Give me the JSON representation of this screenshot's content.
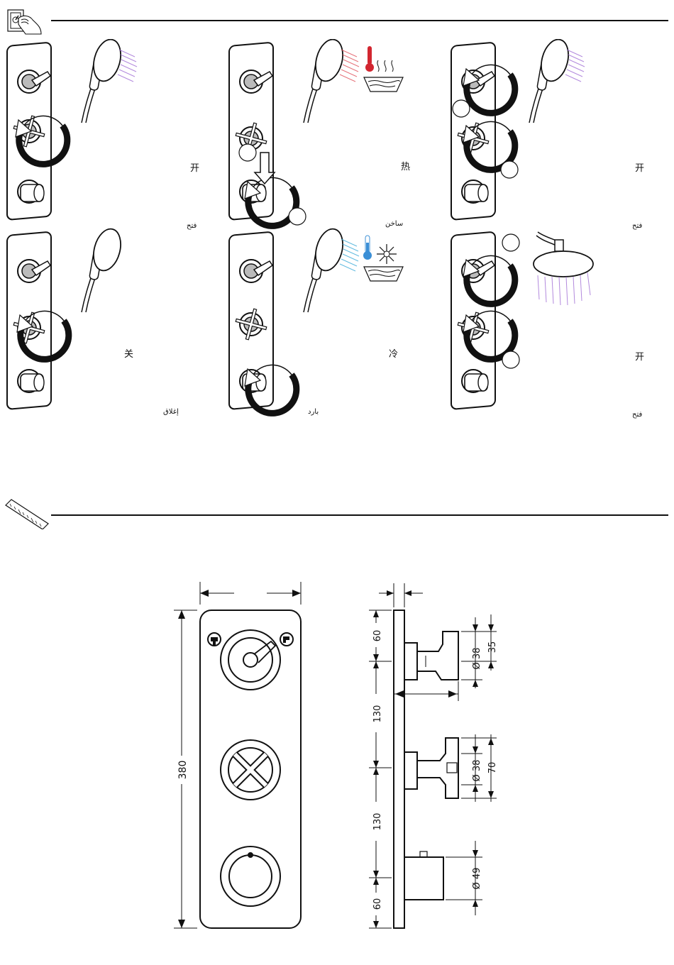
{
  "section_operation": {
    "icon": "hand-operating-valve-icon",
    "panels": [
      {
        "label_cn": "开",
        "label_ar": "فتح",
        "outlet": "hand-shower",
        "spray_color": "#a06cd5",
        "temperature": "none"
      },
      {
        "label_cn": "热",
        "label_ar": "ساخن",
        "outlet": "hand-shower",
        "spray_color": "#e0505a",
        "temperature": "hot"
      },
      {
        "label_cn": "开",
        "label_ar": "فتح",
        "outlet": "hand-shower",
        "spray_color": "#a06cd5",
        "temperature": "none"
      },
      {
        "label_cn": "关",
        "label_ar": "إغلاق",
        "outlet": "hand-shower",
        "spray_color": "none",
        "temperature": "none"
      },
      {
        "label_cn": "冷",
        "label_ar": "بارد",
        "outlet": "hand-shower",
        "spray_color": "#3aaad8",
        "temperature": "cold"
      },
      {
        "label_cn": "开",
        "label_ar": "فتح",
        "outlet": "overhead-shower",
        "spray_color": "#a06cd5",
        "temperature": "none"
      }
    ],
    "temperature_colors": {
      "hot": "#d22630",
      "cold": "#3b8fd6"
    }
  },
  "section_dimensions": {
    "icon": "ruler-icon",
    "front_view": {
      "height_label": "380"
    },
    "side_view": {
      "spacing_labels": [
        "60",
        "130",
        "130",
        "60"
      ],
      "handle_labels": [
        {
          "diameter": "Ø 38",
          "depth": "35"
        },
        {
          "diameter": "Ø 38",
          "depth": "70"
        },
        {
          "diameter": "Ø 49",
          "depth": ""
        }
      ]
    }
  }
}
